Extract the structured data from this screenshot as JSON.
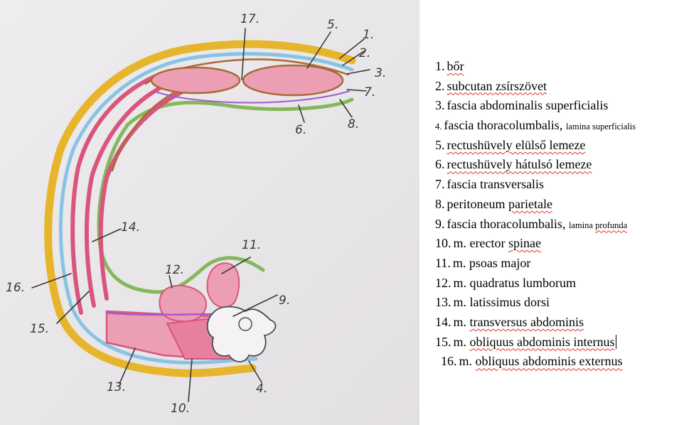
{
  "diagram": {
    "callouts": [
      "1.",
      "2.",
      "3.",
      "4.",
      "5.",
      "6.",
      "7.",
      "8.",
      "9.",
      "10.",
      "11.",
      "12.",
      "13.",
      "14.",
      "15.",
      "16.",
      "17."
    ]
  },
  "legend": [
    {
      "num": "1.",
      "parts": [
        {
          "text": "bőr",
          "spell": true
        }
      ]
    },
    {
      "num": "2.",
      "parts": [
        {
          "text": "subcutan zsírszövet",
          "spell": true
        }
      ]
    },
    {
      "num": "3.",
      "parts": [
        {
          "text": "fascia abdominalis superficialis"
        }
      ]
    },
    {
      "num": "4.",
      "small_num": true,
      "parts": [
        {
          "text": "fascia thoracolumbalis, "
        },
        {
          "text": "lamina superficialis",
          "small": true
        }
      ]
    },
    {
      "num": "5.",
      "parts": [
        {
          "text": "rectushüvely elülső lemeze",
          "spell": true
        }
      ]
    },
    {
      "num": "6.",
      "parts": [
        {
          "text": "rectushüvely hátulsó lemeze",
          "spell": true
        }
      ]
    },
    {
      "num": "7.",
      "parts": [
        {
          "text": "fascia transversalis"
        }
      ]
    },
    {
      "num": "8.",
      "parts": [
        {
          "text": "peritoneum "
        },
        {
          "text": "parietale",
          "spell": true
        }
      ]
    },
    {
      "num": "9.",
      "parts": [
        {
          "text": "fascia thoracolumbalis, "
        },
        {
          "text": "lamina ",
          "small": true
        },
        {
          "text": "profunda",
          "small": true,
          "spell": true
        }
      ]
    },
    {
      "num": "10.",
      "parts": [
        {
          "text": "m. erector "
        },
        {
          "text": "spinae",
          "spell": true
        }
      ]
    },
    {
      "num": "11.",
      "parts": [
        {
          "text": "m. psoas major"
        }
      ]
    },
    {
      "num": "12.",
      "parts": [
        {
          "text": "m. quadratus lumborum"
        }
      ]
    },
    {
      "num": "13.",
      "parts": [
        {
          "text": "m. latissimus dorsi"
        }
      ]
    },
    {
      "num": "14.",
      "parts": [
        {
          "text": "m. "
        },
        {
          "text": "transversus abdominis",
          "spell": true
        }
      ]
    },
    {
      "num": "15.",
      "parts": [
        {
          "text": "m. "
        },
        {
          "text": "obliquus abdominis internus",
          "spell": true
        }
      ],
      "cursor": true
    },
    {
      "num": "16.",
      "indent": true,
      "parts": [
        {
          "text": "m. "
        },
        {
          "text": "obliquus abdominis externus",
          "spell": true
        }
      ]
    }
  ],
  "colors": {
    "skin": "#e6b52c",
    "subcutan": "#88c3e4",
    "fascia_brown": "#a86a36",
    "muscle": "#d9557e",
    "muscle_fill": "#ec9fb4",
    "peritoneum": "#84b85a",
    "fascia_purple": "#a25ad0",
    "paper": "#ebe8ea",
    "pencil": "#4a4a4a"
  }
}
